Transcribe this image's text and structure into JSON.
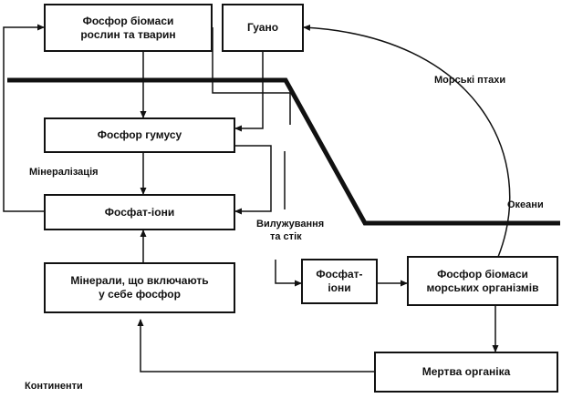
{
  "boxes": {
    "biomass_land": {
      "lines": [
        "Фосфор біомаси",
        "рослин та тварин"
      ]
    },
    "guano": {
      "lines": [
        "Гуано"
      ]
    },
    "humus": {
      "lines": [
        "Фосфор гумусу"
      ]
    },
    "phosphate_land": {
      "lines": [
        "Фосфат-іони"
      ]
    },
    "minerals": {
      "lines": [
        "Мінерали, що включають",
        "у себе фосфор"
      ]
    },
    "phosphate_sea": {
      "lines": [
        "Фосфат-",
        "іони"
      ]
    },
    "biomass_sea": {
      "lines": [
        "Фосфор біомаси",
        "морських організмів"
      ]
    },
    "dead_organic": {
      "lines": [
        "Мертва органіка"
      ]
    }
  },
  "labels": {
    "seabirds": "Морські птахи",
    "ocean": "Океани",
    "mineralization": "Мінералізація",
    "leaching_1": "Вилужування",
    "leaching_2": "та стік",
    "continents": "Континенти"
  },
  "colors": {
    "ink": "#111111",
    "background": "#ffffff"
  }
}
